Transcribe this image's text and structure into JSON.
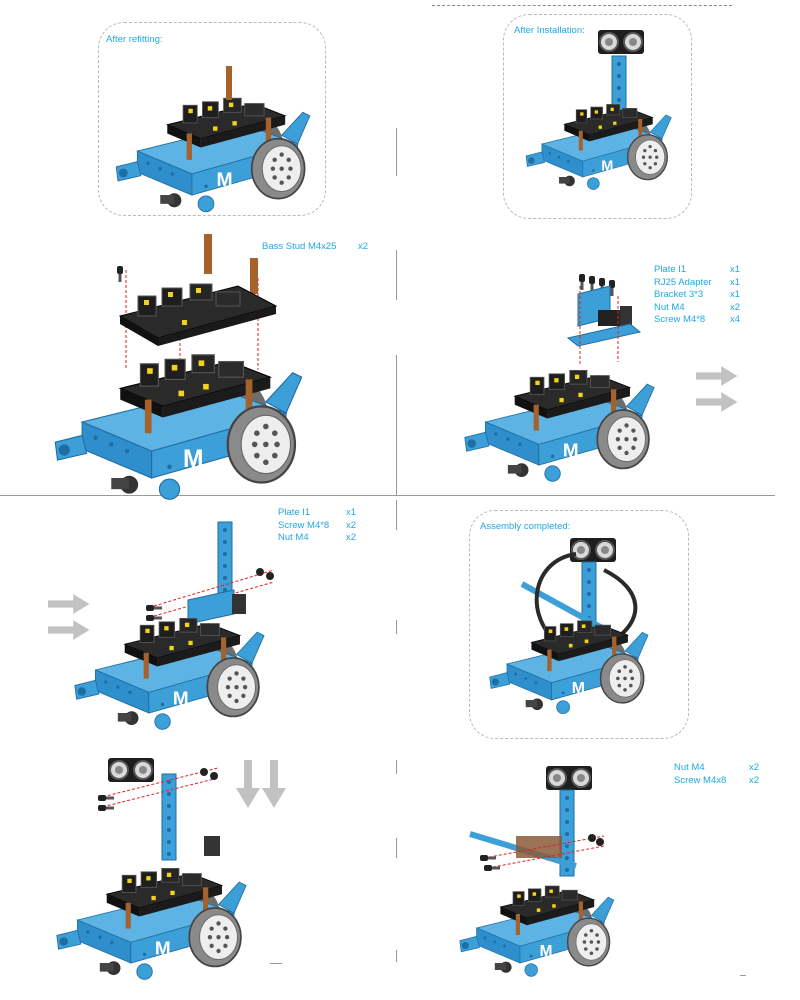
{
  "captions": {
    "after_refitting": "After refitting:",
    "after_installation": "After Installation:",
    "assembly_completed": "Assembly completed:"
  },
  "parts": {
    "step_bass_stud": [
      {
        "name": "Bass Stud M4x25",
        "qty": "x2"
      }
    ],
    "step_plate_bracket": [
      {
        "name": "Plate I1",
        "qty": "x1"
      },
      {
        "name": "RJ25 Adapter",
        "qty": "x1"
      },
      {
        "name": "Bracket 3*3",
        "qty": "x1"
      },
      {
        "name": "Nut M4",
        "qty": "x2"
      },
      {
        "name": "Screw M4*8",
        "qty": "x4"
      }
    ],
    "step_vertical_plate": [
      {
        "name": "Plate I1",
        "qty": "x1"
      },
      {
        "name": "Screw M4*8",
        "qty": "x2"
      },
      {
        "name": "Nut M4",
        "qty": "x2"
      }
    ],
    "step_side_beam": [
      {
        "name": "Nut M4",
        "qty": "x2"
      },
      {
        "name": "Screw M4x8",
        "qty": "x2"
      }
    ]
  },
  "logo_letter": "M",
  "colors": {
    "accent_text": "#22a8e0",
    "chassis_blue": "#3d9fd8",
    "chassis_dark": "#1f6ea3",
    "board_black": "#1e1e1e",
    "arrow_gray": "#c2c2c2",
    "guide_red": "#e02020"
  }
}
